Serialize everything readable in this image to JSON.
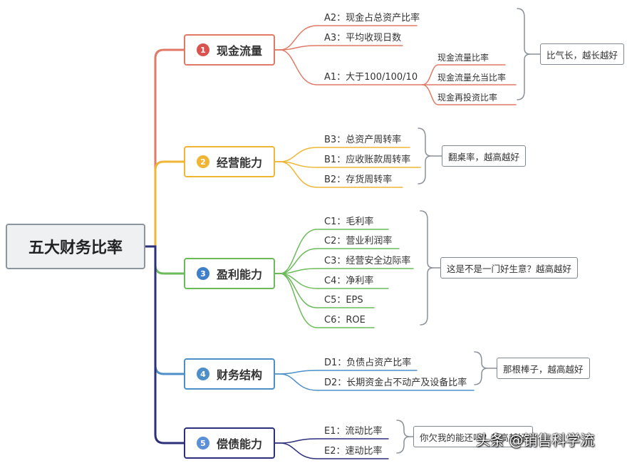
{
  "root": {
    "label": "五大财务比率"
  },
  "branches": [
    {
      "num": "1",
      "label": "现金流量",
      "color": "#e07a67",
      "numColor": "#d9534f",
      "items": [
        "A2：现金占总资产比率",
        "A3：平均收现日数",
        "A1：大于100/100/10"
      ],
      "subitems": [
        "现金流量比率",
        "现金流量允当比率",
        "现金再投资比率"
      ],
      "note": "比气长，越长越好"
    },
    {
      "num": "2",
      "label": "经营能力",
      "color": "#f0b534",
      "numColor": "#f0b534",
      "items": [
        "B3：总资产周转率",
        "B1：应收账款周转率",
        "B2：存货周转率"
      ],
      "note": "翻桌率，越高越好"
    },
    {
      "num": "3",
      "label": "盈利能力",
      "color": "#6cbb5a",
      "numColor": "#3f7fc9",
      "items": [
        "C1：毛利率",
        "C2：营业利润率",
        "C3：经营安全边际率",
        "C4：净利率",
        "C5：EPS",
        "C6：ROE"
      ],
      "note": "这是不是一门好生意？越高越好"
    },
    {
      "num": "4",
      "label": "财务结构",
      "color": "#4c8fc9",
      "numColor": "#4c8fc9",
      "items": [
        "D1：负债占资产比率",
        "D2：长期资金占不动产及设备比率"
      ],
      "note": "那根棒子，越高越好"
    },
    {
      "num": "5",
      "label": "偿债能力",
      "color": "#2c2f7a",
      "numColor": "#5b8fd6",
      "items": [
        "E1：流动比率",
        "E2：速动比率"
      ],
      "note": "你欠我的能还吗？越高越好"
    }
  ],
  "watermark": "头条 @销售科学流"
}
